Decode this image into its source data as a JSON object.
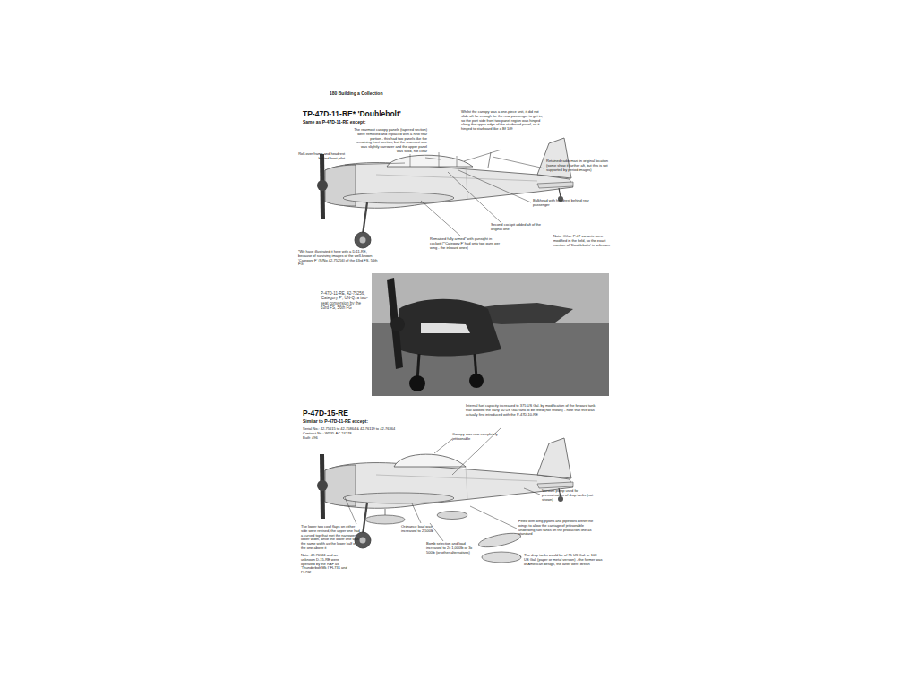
{
  "diagram": {
    "labels": [
      "180 Building a Collection",
      "TP-47D-11-RE* 'Doublebolt'",
      "Same as P-47D-11-RE except:",
      "The rearmost canopy panels (tapered section) were removed and replaced with a new rear portion - this had two panels like the remaining front section, but the rearmost one was slightly narrower and the upper panel was solid, not clear",
      "Whilst the canopy was a one-piece unit, it did not slide aft far enough for the rear passenger to get in, so the port side front two panel region was hinged along the upper edge of the starboard panel, so it hinged to starboard like a Bf 109",
      "Roll-over frame and headrest behind front pilot",
      "Retained radio mast in original location (some show it further aft, but this is not supported by period images)",
      "Bulkhead with headrest behind rear passenger",
      "Second cockpit added aft of the original one",
      "Remained fully armed* with gunsight in cockpit (*'Category F' had only two guns per wing - the inboard ones)",
      "Note: Other P-47 variants were modified in the field, so the exact number of 'Doublebolts' is unknown",
      "*We have illustrated it here with a D-11-RE, because of surviving images of the well-known 'Category F' (S/No 42-75256) of the 63rd FS, 56th FG",
      "P-47D-11-RE, 42-75256, 'Category F', UN-Q: a two-seat conversion by the 63rd FS, 56th FG",
      "P-47D-15-RE",
      "Similar to P-47D-11-RE except:",
      "Serial No.: 42-75615 to 42-75864 & 42-76119 to 42-76364",
      "Contract No.: W535-AC-24278",
      "Built: 496",
      "Internal fuel capacity increased to 375 US Gal. by modification of the forward tank that allowed the early 50 US Gal. tank to be fitted (not shown) - note that this was actually first introduced with the P-47D-10-RE",
      "Canopy was now completely jettisonable",
      "Vacuum pump used for pressurisation of drop tanks (not shown)",
      "The lower two cowl flaps on either side were revised, the upper one had a curved top that met the narrower lower width, while the lower one was the same width as the lower half of the one above it",
      "Note: 42-76324 and an unknown D-15-RE were operated by the RAF as 'Thunderbolt Mk I' FL731 and FL732",
      "Ordnance load was increased to 2,500lb",
      "Bomb selection and load increased to 2x 1,000lb or 3x 500lb (or other alternatives)",
      "Fitted with wing pylons and pipework within the wings to allow the carriage of jettisonable underwing fuel tanks on the production line as standard",
      "The drop tanks would be of 75 US Gal. or 108 US Gal. (paper or metal version) - the former was of American design, the latter were British"
    ]
  }
}
